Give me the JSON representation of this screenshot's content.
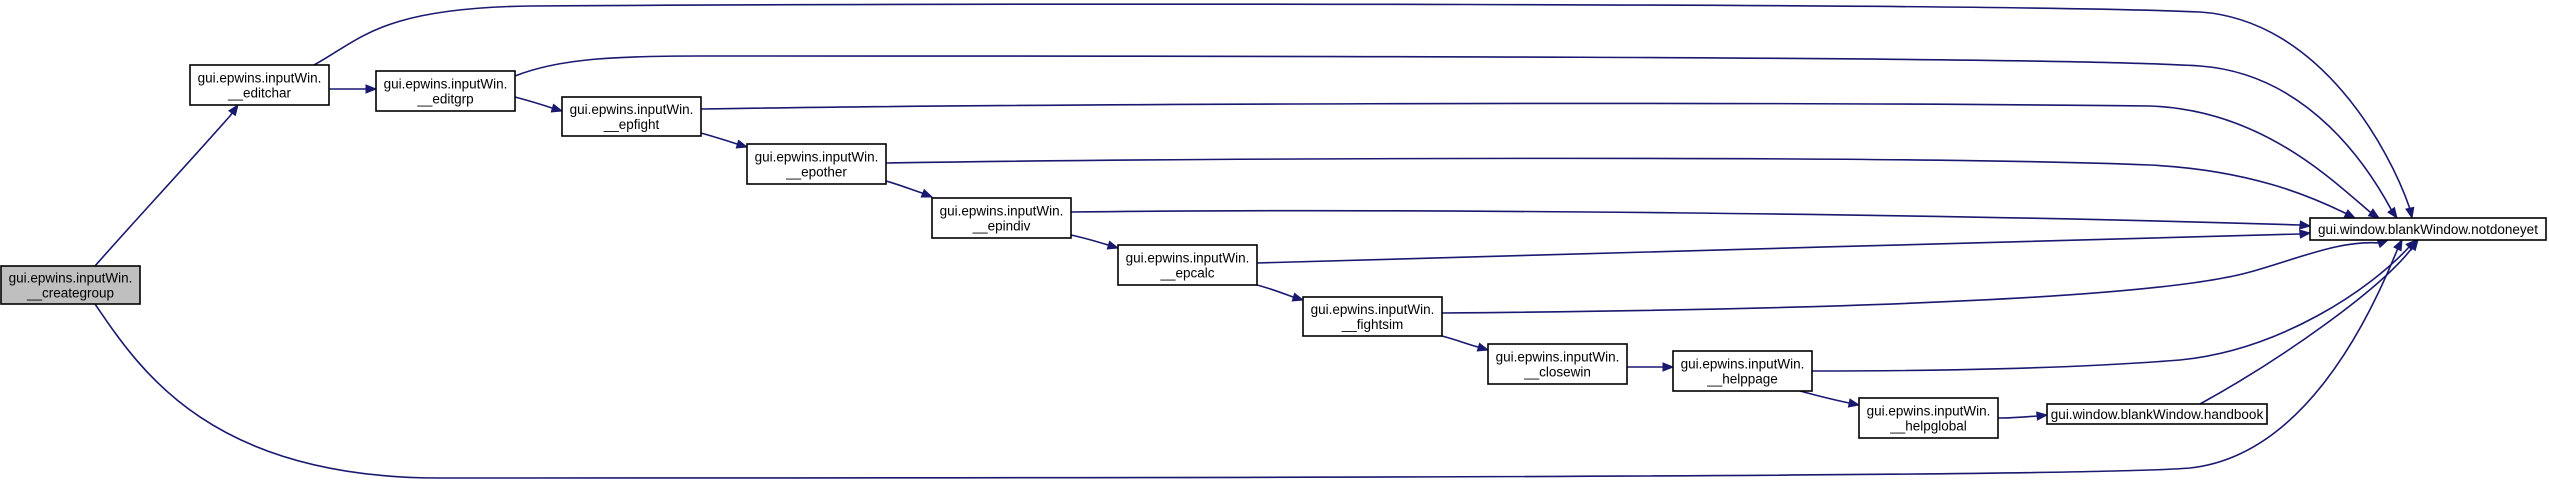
{
  "diagram": {
    "type": "call-graph",
    "nodes": [
      {
        "id": "creategroup",
        "label": [
          "gui.epwins.inputWin.",
          "__creategroup"
        ],
        "highlighted": true
      },
      {
        "id": "editchar",
        "label": [
          "gui.epwins.inputWin.",
          "__editchar"
        ]
      },
      {
        "id": "editgrp",
        "label": [
          "gui.epwins.inputWin.",
          "__editgrp"
        ]
      },
      {
        "id": "epfight",
        "label": [
          "gui.epwins.inputWin.",
          "__epfight"
        ]
      },
      {
        "id": "epother",
        "label": [
          "gui.epwins.inputWin.",
          "__epother"
        ]
      },
      {
        "id": "epindiv",
        "label": [
          "gui.epwins.inputWin.",
          "__epindiv"
        ]
      },
      {
        "id": "epcalc",
        "label": [
          "gui.epwins.inputWin.",
          "__epcalc"
        ]
      },
      {
        "id": "fightsim",
        "label": [
          "gui.epwins.inputWin.",
          "__fightsim"
        ]
      },
      {
        "id": "closewin",
        "label": [
          "gui.epwins.inputWin.",
          "__closewin"
        ]
      },
      {
        "id": "helppage",
        "label": [
          "gui.epwins.inputWin.",
          "__helppage"
        ]
      },
      {
        "id": "helpglobal",
        "label": [
          "gui.epwins.inputWin.",
          "__helpglobal"
        ]
      },
      {
        "id": "handbook",
        "label": [
          "gui.window.blankWindow.handbook"
        ]
      },
      {
        "id": "notdoneyet",
        "label": [
          "gui.window.blankWindow.notdoneyet"
        ]
      }
    ],
    "edges": [
      {
        "from": "creategroup",
        "to": "editchar"
      },
      {
        "from": "creategroup",
        "to": "notdoneyet"
      },
      {
        "from": "editchar",
        "to": "editgrp"
      },
      {
        "from": "editchar",
        "to": "notdoneyet"
      },
      {
        "from": "editgrp",
        "to": "epfight"
      },
      {
        "from": "editgrp",
        "to": "notdoneyet"
      },
      {
        "from": "epfight",
        "to": "epother"
      },
      {
        "from": "epfight",
        "to": "notdoneyet"
      },
      {
        "from": "epother",
        "to": "epindiv"
      },
      {
        "from": "epother",
        "to": "notdoneyet"
      },
      {
        "from": "epindiv",
        "to": "epcalc"
      },
      {
        "from": "epindiv",
        "to": "notdoneyet"
      },
      {
        "from": "epcalc",
        "to": "fightsim"
      },
      {
        "from": "epcalc",
        "to": "notdoneyet"
      },
      {
        "from": "fightsim",
        "to": "closewin"
      },
      {
        "from": "fightsim",
        "to": "notdoneyet"
      },
      {
        "from": "closewin",
        "to": "helppage"
      },
      {
        "from": "helppage",
        "to": "helpglobal"
      },
      {
        "from": "helppage",
        "to": "notdoneyet"
      },
      {
        "from": "helpglobal",
        "to": "handbook"
      },
      {
        "from": "handbook",
        "to": "notdoneyet"
      }
    ],
    "colors": {
      "edge": "#191970",
      "node_border": "#000000",
      "node_fill": "#ffffff",
      "highlight_fill": "#bfbfbf"
    }
  }
}
